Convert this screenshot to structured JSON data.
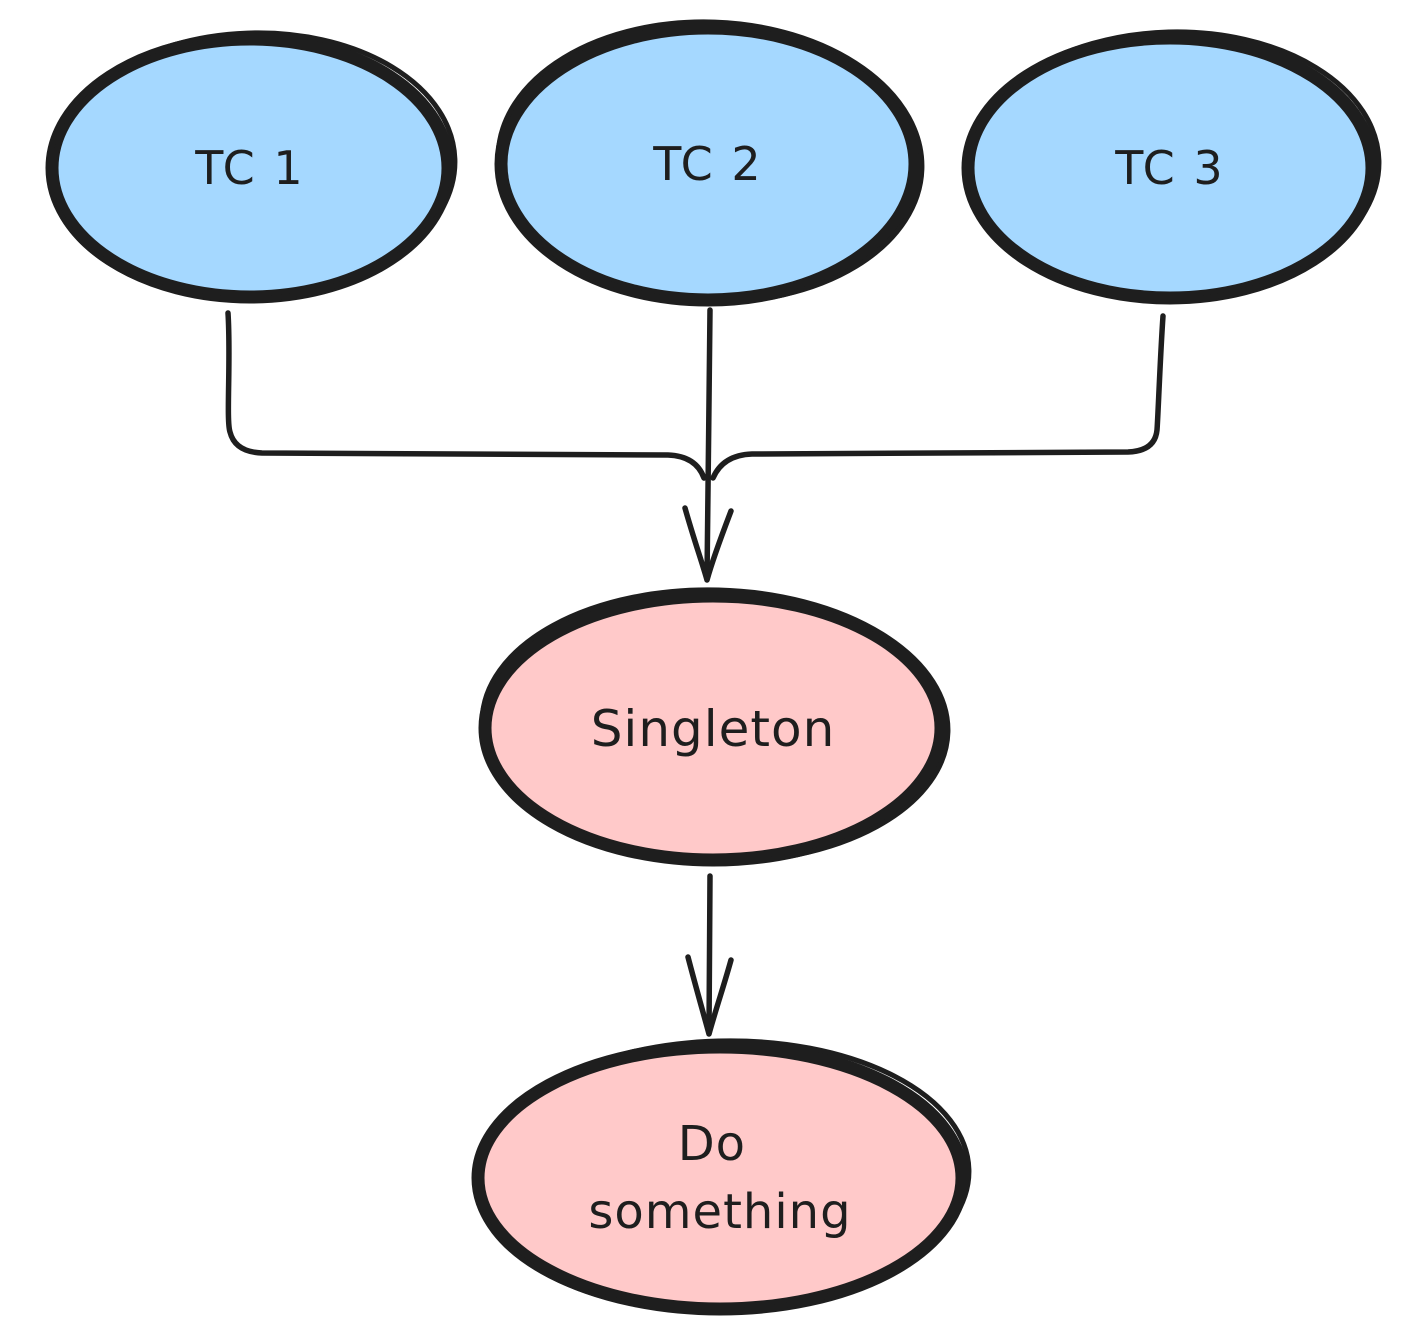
{
  "diagram": {
    "colors": {
      "stroke": "#1e1e1e",
      "blue_fill": "#a5d8ff",
      "pink_fill": "#ffc9c9",
      "background": "#ffffff"
    },
    "nodes": {
      "tc1": {
        "label": "TC 1",
        "fill": "#a5d8ff"
      },
      "tc2": {
        "label": "TC 2",
        "fill": "#a5d8ff"
      },
      "tc3": {
        "label": "TC 3",
        "fill": "#a5d8ff"
      },
      "singleton": {
        "label": "Singleton",
        "fill": "#ffc9c9"
      },
      "do_something": {
        "label": "Do something",
        "label_lines": [
          "Do",
          "something"
        ],
        "fill": "#ffc9c9"
      }
    },
    "edges": [
      {
        "from": "tc1",
        "to": "singleton"
      },
      {
        "from": "tc2",
        "to": "singleton"
      },
      {
        "from": "tc3",
        "to": "singleton"
      },
      {
        "from": "singleton",
        "to": "do_something"
      }
    ]
  }
}
